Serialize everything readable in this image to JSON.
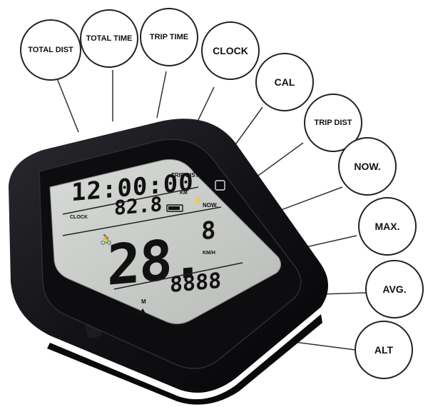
{
  "labels": {
    "total_dist": "TOTAL DIST",
    "total_time": "TOTAL TIME",
    "trip_time": "TRIP TIME",
    "clock": "CLOCK",
    "cal": "CAL",
    "trip_dist": "TRIP DIST",
    "now": "NOW.",
    "max": "MAX.",
    "avg": "AVG.",
    "alt": "ALT"
  },
  "display": {
    "time": "12:00:00",
    "trip_dist_label": "TRIP DIST",
    "trip_value": "82.8",
    "trip_unit": "KM",
    "clock_label": "CLOCK",
    "now_label": "NOW.",
    "speed_main": "28.",
    "speed_decimal": "8",
    "speed_unit": "KM/H",
    "bottom_value": "8888",
    "mode_badge": "M"
  },
  "colors": {
    "body": "#15151a",
    "lcd": "#c9ccc9",
    "segment": "#111111"
  }
}
